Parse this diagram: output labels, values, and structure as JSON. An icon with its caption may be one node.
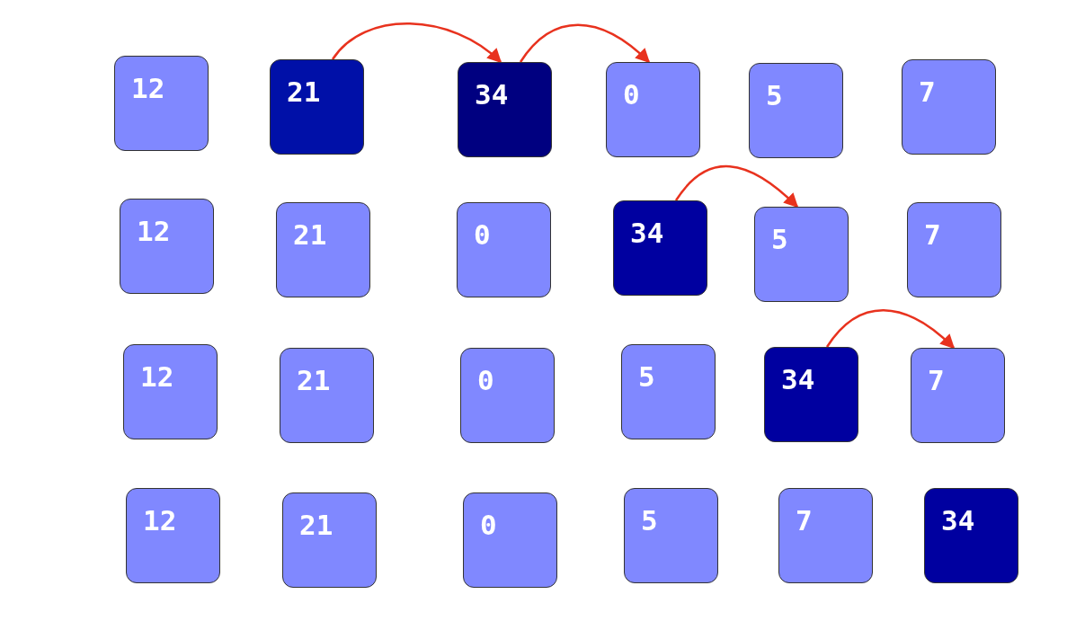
{
  "diagram": {
    "nodes": [
      {
        "text": [
          "12"
        ]
      },
      {
        "text": [
          "21"
        ]
      },
      {
        "text": [
          "34"
        ]
      },
      {
        "text": [
          "0"
        ]
      },
      {
        "text": [
          "5"
        ]
      },
      {
        "text": [
          "7"
        ]
      },
      {
        "text": [
          "12"
        ]
      },
      {
        "text": [
          "21"
        ]
      },
      {
        "text": [
          "0"
        ]
      },
      {
        "text": [
          "34"
        ]
      },
      {
        "text": [
          "5"
        ]
      },
      {
        "text": [
          "7"
        ]
      },
      {
        "text": [
          "12"
        ]
      },
      {
        "text": [
          "21"
        ]
      },
      {
        "text": [
          "0"
        ]
      },
      {
        "text": [
          "5"
        ]
      },
      {
        "text": [
          "34"
        ]
      },
      {
        "text": [
          "7"
        ]
      },
      {
        "text": [
          "12"
        ]
      },
      {
        "text": [
          "21"
        ]
      },
      {
        "text": [
          "0"
        ]
      },
      {
        "text": [
          "5"
        ]
      },
      {
        "text": [
          "7"
        ]
      },
      {
        "text": [
          "34"
        ]
      }
    ],
    "edges": [
      {
        "from": 1,
        "to": 2,
        "arrow": "to"
      },
      {
        "from": 2,
        "to": 3,
        "arrow": "to"
      },
      {
        "from": 9,
        "to": 10,
        "arrow": "to"
      },
      {
        "from": 16,
        "to": 17,
        "arrow": "to"
      }
    ]
  }
}
